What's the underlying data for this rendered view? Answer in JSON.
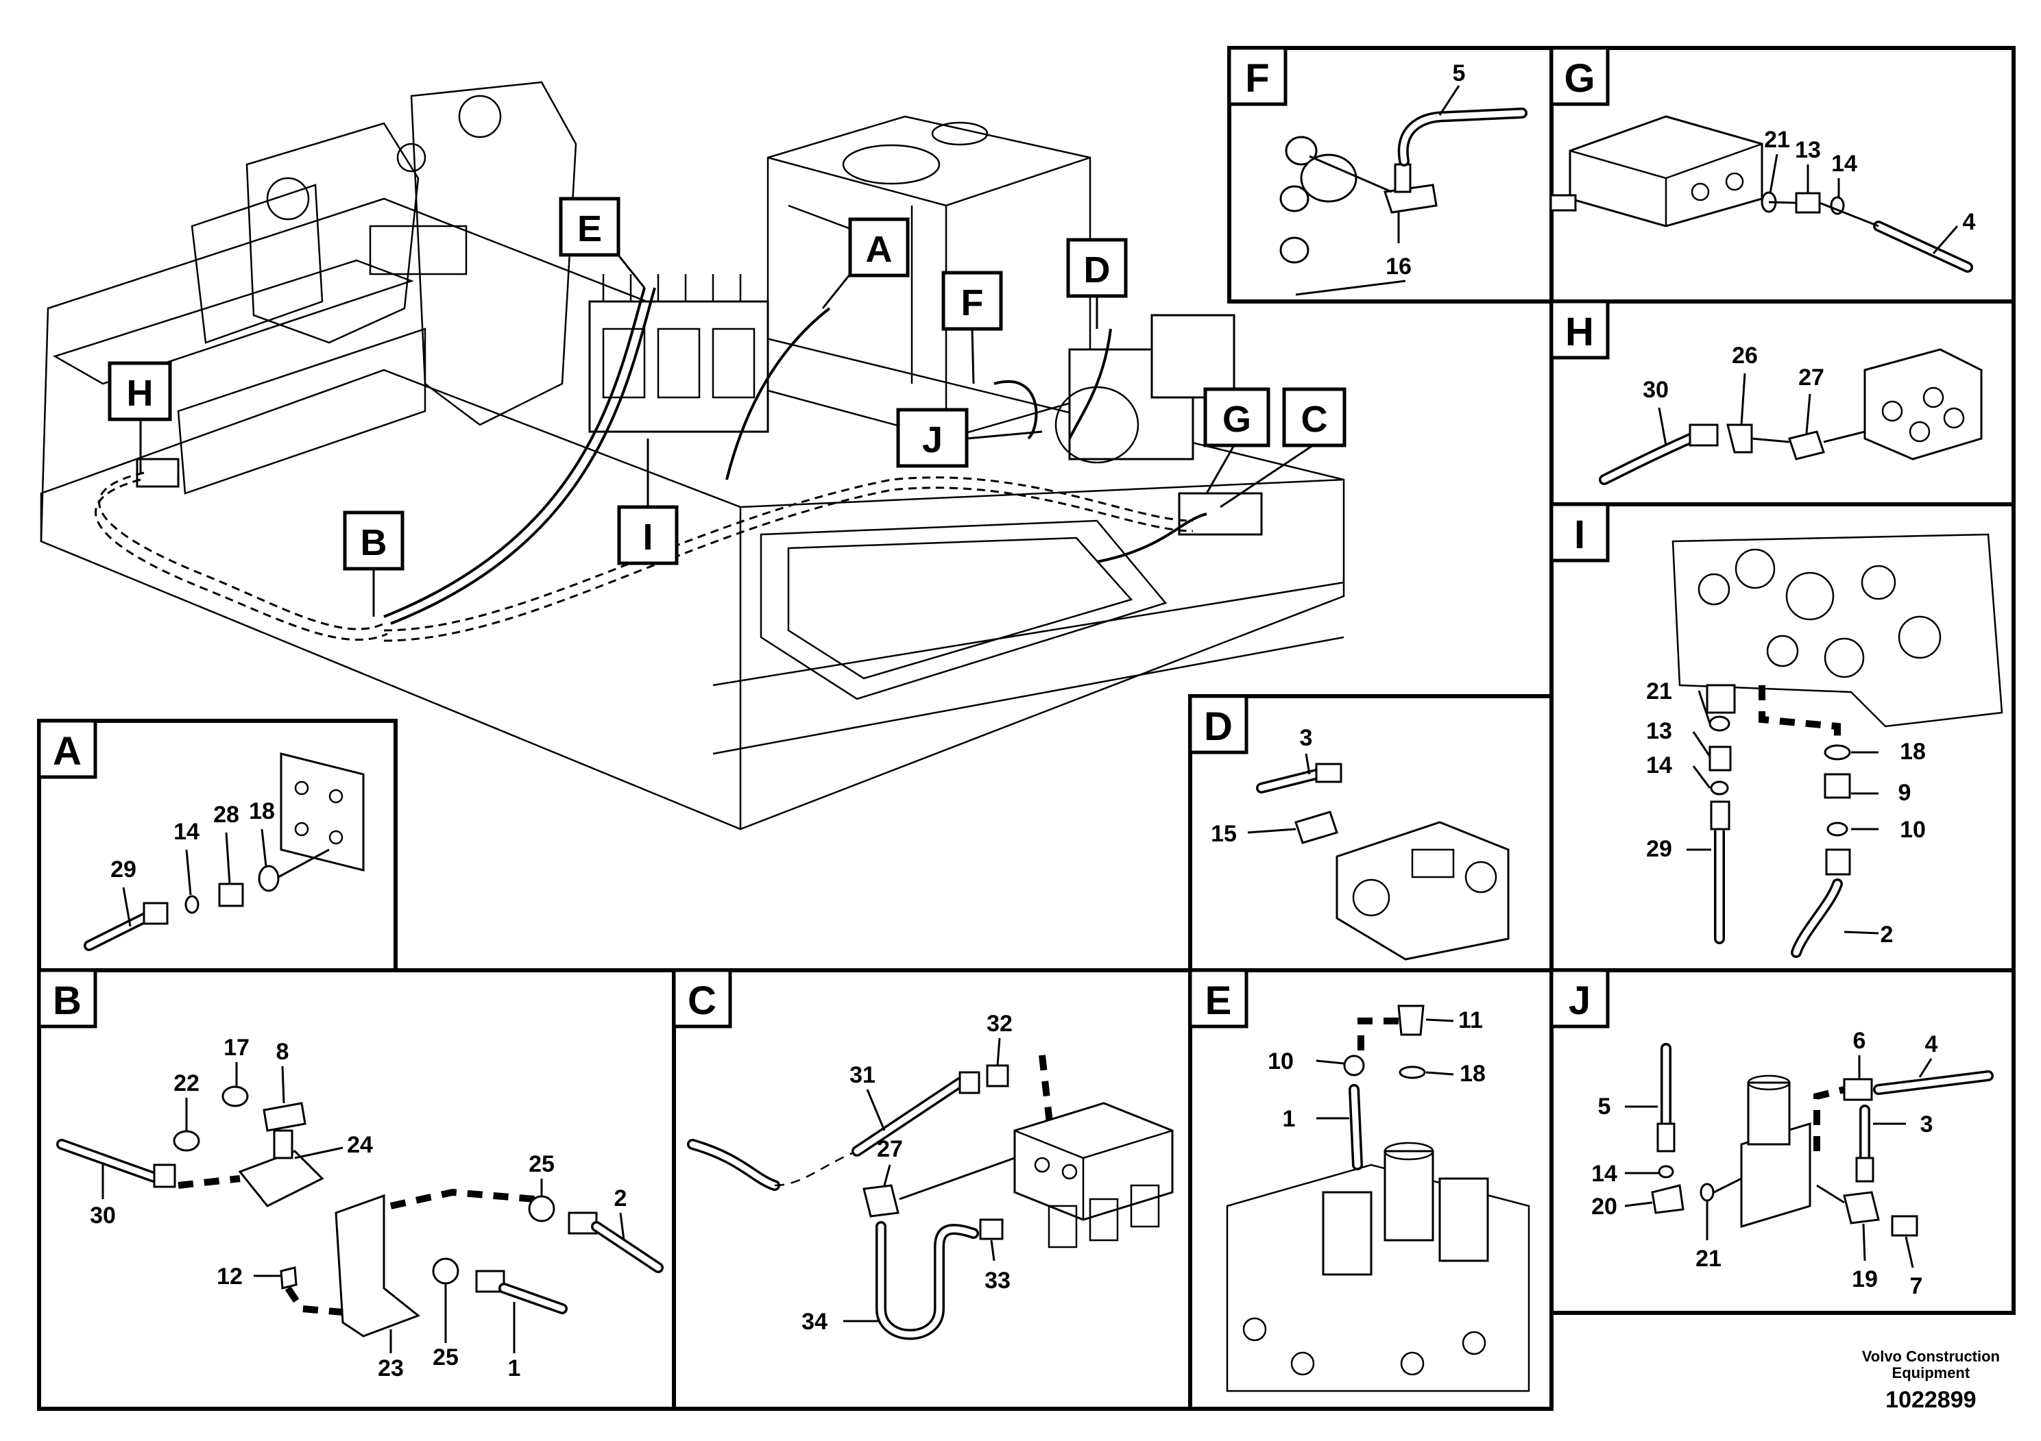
{
  "callouts": [
    "A",
    "B",
    "C",
    "D",
    "E",
    "F",
    "G",
    "H",
    "I",
    "J"
  ],
  "panels": {
    "A": {
      "label": "A",
      "items": [
        "29",
        "14",
        "28",
        "18"
      ]
    },
    "B": {
      "label": "B",
      "items": [
        "17",
        "8",
        "22",
        "24",
        "30",
        "25",
        "2",
        "12",
        "23",
        "25",
        "1"
      ]
    },
    "C": {
      "label": "C",
      "items": [
        "32",
        "31",
        "27",
        "33",
        "34"
      ]
    },
    "D": {
      "label": "D",
      "items": [
        "3",
        "15"
      ]
    },
    "E": {
      "label": "E",
      "items": [
        "11",
        "10",
        "18",
        "1"
      ]
    },
    "F": {
      "label": "F",
      "items": [
        "5",
        "16"
      ]
    },
    "G": {
      "label": "G",
      "items": [
        "21",
        "13",
        "14",
        "4"
      ]
    },
    "H": {
      "label": "H",
      "items": [
        "26",
        "30",
        "27"
      ]
    },
    "I": {
      "label": "I",
      "items": [
        "21",
        "13",
        "18",
        "14",
        "9",
        "10",
        "29",
        "2"
      ]
    },
    "J": {
      "label": "J",
      "items": [
        "6",
        "4",
        "5",
        "3",
        "14",
        "20",
        "21",
        "19",
        "7"
      ]
    }
  },
  "footer": {
    "brand_line1": "Volvo Construction",
    "brand_line2": "Equipment",
    "doc_number": "1022899"
  }
}
